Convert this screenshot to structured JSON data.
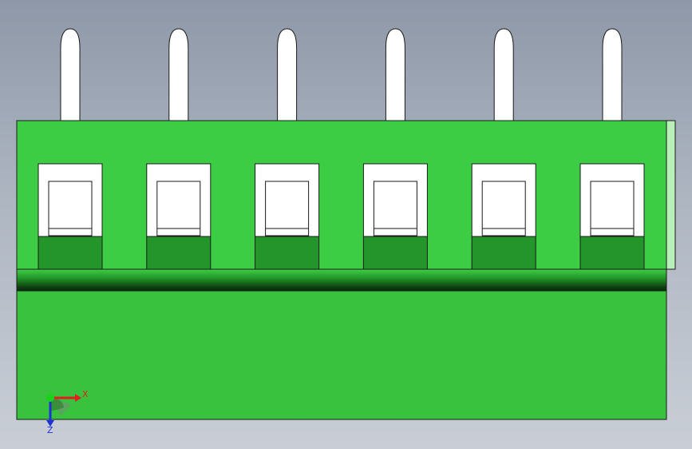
{
  "viewport": {
    "background_top": "#8e98a8",
    "background_bottom": "#c9ced6"
  },
  "model": {
    "name": "terminal-block",
    "positions": 6,
    "body_color": "#3dcd45",
    "body_lower_color": "#38c23d",
    "clamp_color": "#24952a",
    "pin_color": "#ffffff",
    "edge_color": "#1a1a1a"
  },
  "triad": {
    "x_label": "X",
    "z_label": "Z",
    "x_color": "#e02020",
    "y_color": "#19d219",
    "z_color": "#2030d8",
    "icon": "coordinate-triad-icon"
  }
}
